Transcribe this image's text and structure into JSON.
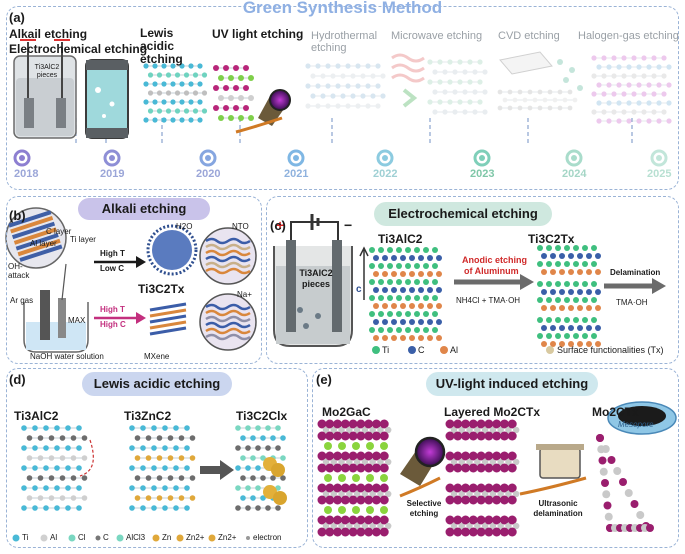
{
  "title": "Green Synthesis Method",
  "colors": {
    "title": "#8fb0e3",
    "timeline": "#a9bfe6",
    "panel_border": "#9ab3d6",
    "alkali_pill": "#c9c3ea",
    "electro_pill": "#cfe8df",
    "lewis_pill": "#cbd6ef",
    "uv_pill": "#cfe8ee"
  },
  "panel_a": {
    "label": "(a)",
    "methods": [
      {
        "name": "Alkail etching",
        "faded": false
      },
      {
        "name": "Electrochemical etching",
        "faded": false
      },
      {
        "name": "Lewis acidic etching",
        "faded": false
      },
      {
        "name": "UV light etching",
        "faded": false
      },
      {
        "name": "Hydrothermal etching",
        "faded": true
      },
      {
        "name": "Microwave etching",
        "faded": true
      },
      {
        "name": "CVD etching",
        "faded": true
      },
      {
        "name": "Halogen-gas etching",
        "faded": true
      }
    ],
    "beaker_text": "Ti3AlC2 pieces",
    "years": [
      "2018",
      "2019",
      "2020",
      "2021",
      "2022",
      "2023",
      "2024",
      "2025"
    ]
  },
  "panel_b": {
    "label": "(b)",
    "title": "Alkali etching",
    "layers": [
      "C layer",
      "Ti layer",
      "Al layer"
    ],
    "oh_attack": "OH- attack",
    "ar_gas": "Ar gas",
    "max": "MAX",
    "naoh": "NaOH water solution",
    "cond_top": [
      "High T",
      "Low C"
    ],
    "cond_bottom": [
      "High T",
      "High C"
    ],
    "h2o": "H2O",
    "nto": "NTO",
    "product": "Ti3C2Tx",
    "mxene": "MXene",
    "na": "Na+"
  },
  "panel_c": {
    "label": "(c)",
    "title": "Electrochemical etching",
    "reactant": "Ti3AlC2",
    "product": "Ti3C2Tx",
    "beaker_text": [
      "Ti3AlC2",
      "pieces"
    ],
    "axis_c": "c",
    "anodic": [
      "Anodic etching",
      "of Aluminum"
    ],
    "electrolyte": "NH4Cl + TMA·OH",
    "delamination": "Delamination",
    "tmaoh": "TMA·OH",
    "legend": [
      "Ti",
      "C",
      "Al",
      "Surface functionalities (Tx)"
    ]
  },
  "panel_d": {
    "label": "(d)",
    "title": "Lewis acidic etching",
    "stages": [
      "Ti3AlC2",
      "Ti3ZnC2",
      "Ti3C2Clx"
    ],
    "legend": [
      "Ti",
      "Al",
      "Cl",
      "C",
      "AlCl3",
      "Zn",
      "Zn2+",
      "Zn2+",
      "electron"
    ]
  },
  "panel_e": {
    "label": "(e)",
    "title": "UV-light induced etching",
    "stages": [
      "Mo2GaC",
      "Layered Mo2CTx",
      "Mo2CTx"
    ],
    "selective": [
      "Selective",
      "etching"
    ],
    "ultrasonic": [
      "Ultrasonic",
      "delamination"
    ],
    "mesopore": "Mesopore"
  }
}
